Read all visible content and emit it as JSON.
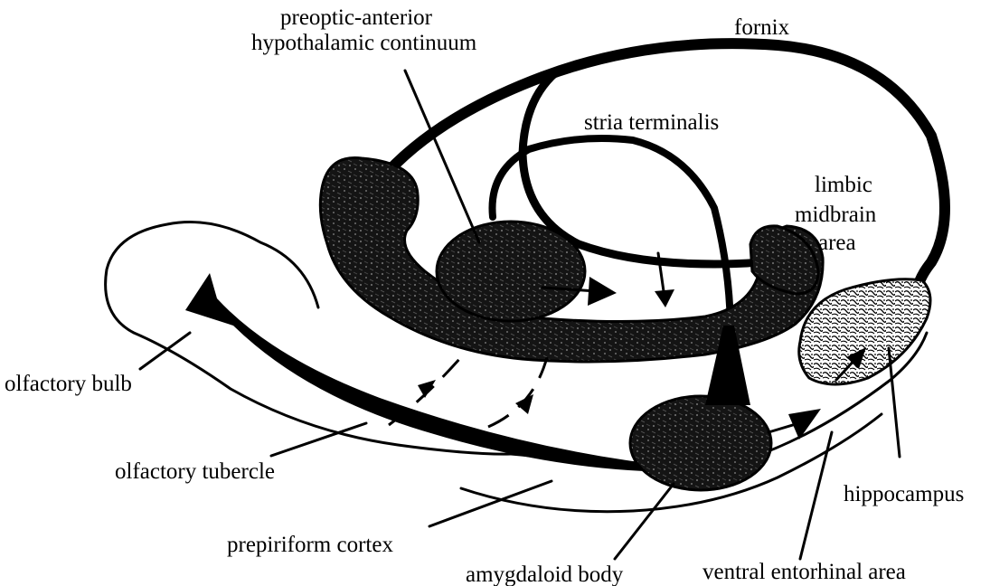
{
  "labels": {
    "preoptic_line1": "preoptic-anterior",
    "preoptic_line2": "hypothalamic continuum",
    "fornix": "fornix",
    "stria_terminalis": "stria terminalis",
    "limbic_line1": "limbic",
    "limbic_line2": "midbrain",
    "limbic_line3": "area",
    "olfactory_bulb": "olfactory bulb",
    "olfactory_tubercle": "olfactory tubercle",
    "prepiriform_cortex": "prepiriform cortex",
    "amygdaloid_body": "amygdaloid body",
    "ventral_entorhinal_area": "ventral entorhinal area",
    "hippocampus": "hippocampus"
  },
  "colors": {
    "ink": "#000000",
    "background": "#ffffff"
  }
}
